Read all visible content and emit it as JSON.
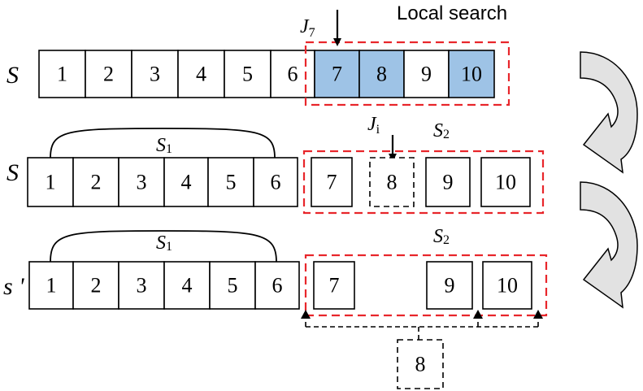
{
  "title": "Local search",
  "rows": [
    {
      "label": "S",
      "cells": [
        "1",
        "2",
        "3",
        "4",
        "5",
        "6",
        "7",
        "8",
        "9",
        "10"
      ],
      "highlighted": [
        "7",
        "8",
        "10"
      ]
    },
    {
      "label": "S",
      "s1_cells": [
        "1",
        "2",
        "3",
        "4",
        "5",
        "6"
      ],
      "s2_cells": [
        "7",
        "8",
        "9",
        "10"
      ],
      "dashed_cell": "8"
    },
    {
      "label": "s '",
      "s1_cells": [
        "1",
        "2",
        "3",
        "4",
        "5",
        "6"
      ],
      "s2_cells": [
        "7",
        "9",
        "10"
      ]
    }
  ],
  "labels": {
    "j7_main": "J",
    "j7_sub": "7",
    "ji_main": "J",
    "ji_sub": "i",
    "s1_main": "S",
    "s1_sub": "1",
    "s2_main": "S",
    "s2_sub": "2"
  },
  "removed_job": "8",
  "colors": {
    "highlight": "#9ec3e6",
    "red_dash": "#e8262b",
    "arrow_fill": "#e2e2e2"
  }
}
